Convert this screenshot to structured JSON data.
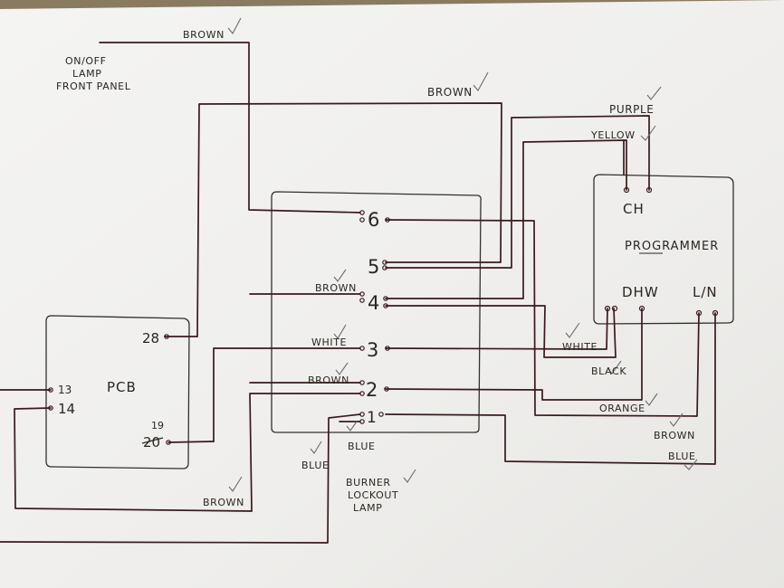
{
  "front_panel": {
    "line1": "ON/OFF",
    "line2": "LAMP",
    "line3": "FRONT PANEL"
  },
  "pcb": {
    "title": "PCB",
    "pin_13": "13",
    "pin_14": "14",
    "pin_28": "28",
    "pin_19": "19",
    "pin_20": "20"
  },
  "programmer": {
    "title": "PROGRAMMER",
    "ch": "CH",
    "dhw": "DHW",
    "ln": "L/N"
  },
  "terminal_block": {
    "t6": "6",
    "t5": "5",
    "t4": "4",
    "t3": "3",
    "t2": "2",
    "t1": "1"
  },
  "wire_labels": {
    "brown_top": "BROWN",
    "brown_upper": "BROWN",
    "purple": "PURPLE",
    "yellow": "YELLOW",
    "brown_t4": "BROWN",
    "white_t3": "WHITE",
    "brown_t2": "BROWN",
    "white_dhw": "WHITE",
    "black": "BLACK",
    "orange": "ORANGE",
    "brown_ln": "BROWN",
    "blue_ln": "BLUE",
    "blue_t1": "BLUE",
    "blue_left": "BLUE",
    "brown_bottom": "BROWN"
  },
  "burner_lamp": {
    "line1": "BURNER",
    "line2": "LOCKOUT",
    "line3": "LAMP"
  },
  "colors": {
    "paper": "#f2f2f0",
    "wire": "#3a1a1e",
    "outline": "#34302c",
    "tick": "#6c6c6c"
  }
}
